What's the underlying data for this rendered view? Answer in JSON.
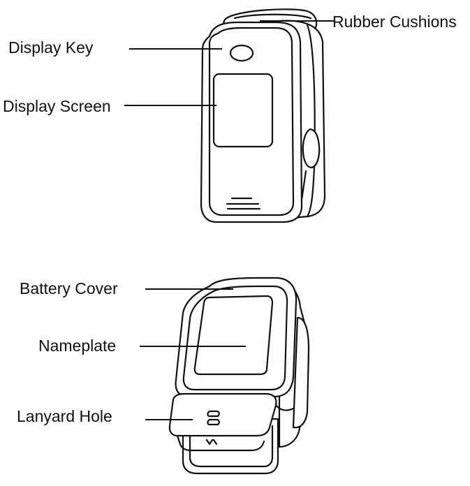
{
  "labels": {
    "rubber_cushions": "Rubber Cushions",
    "display_key": "Display Key",
    "display_screen": "Display Screen",
    "battery_cover": "Battery Cover",
    "nameplate": "Nameplate",
    "lanyard_hole": "Lanyard Hole"
  },
  "colors": {
    "ink": "#111111",
    "background": "#ffffff"
  }
}
